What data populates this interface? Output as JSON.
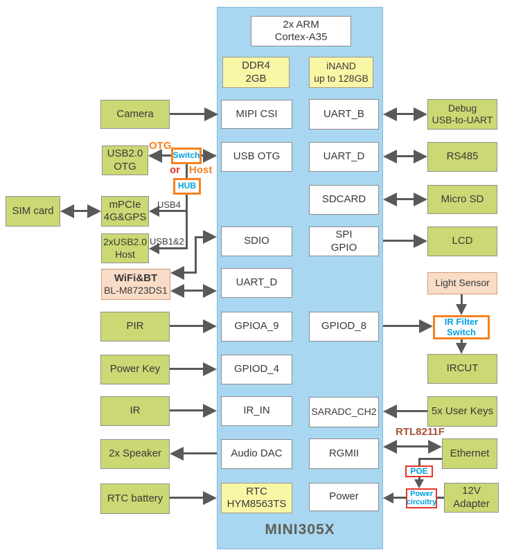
{
  "soc": {
    "name": "MINI305X"
  },
  "colors": {
    "soc_panel_blue": "#a9d7f2",
    "peripheral_green": "#ccd873",
    "memory_yellow": "#f9f6a6",
    "module_pink": "#f9dcc7",
    "highlight_orange": "#f5821f",
    "highlight_red": "#e8332a",
    "highlight_blue_text": "#00a0e0",
    "phy_label_brown": "#a6523a",
    "arrow_gray": "#595959"
  },
  "blocks": {
    "arm": {
      "label": "2x ARM\nCortex-A35"
    },
    "ddr4": {
      "label": "DDR4\n2GB"
    },
    "inand": {
      "label": "iNAND\nup to 128GB"
    },
    "mipi_csi": {
      "label": "MIPI CSI"
    },
    "usb_otg_port": {
      "label": "USB OTG"
    },
    "sdio": {
      "label": "SDIO"
    },
    "uart_d_left": {
      "label": "UART_D"
    },
    "gpioa_9": {
      "label": "GPIOA_9"
    },
    "gpiod_4": {
      "label": "GPIOD_4"
    },
    "ir_in": {
      "label": "IR_IN"
    },
    "audio_dac": {
      "label": "Audio DAC"
    },
    "rtc": {
      "label": "RTC\nHYM8563TS"
    },
    "uart_b": {
      "label": "UART_B"
    },
    "uart_d_right": {
      "label": "UART_D"
    },
    "sdcard": {
      "label": "SDCARD"
    },
    "spi_gpio": {
      "label": "SPI\nGPIO"
    },
    "gpiod_8": {
      "label": "GPIOD_8"
    },
    "saradc_ch2": {
      "label": "SARADC_CH2"
    },
    "rgmii": {
      "label": "RGMII"
    },
    "power": {
      "label": "Power"
    },
    "camera": {
      "label": "Camera"
    },
    "usb2_otg": {
      "label": "USB2.0\nOTG"
    },
    "sim_card": {
      "label": "SIM card"
    },
    "mpcie": {
      "label": "mPCIe\n4G&GPS"
    },
    "usb2_host": {
      "label": "2xUSB2.0\nHost"
    },
    "wifibt": {
      "line1": "WiFi&BT",
      "line2": "BL-M8723DS1"
    },
    "pir": {
      "label": "PIR"
    },
    "power_key": {
      "label": "Power Key"
    },
    "ir": {
      "label": "IR"
    },
    "speaker": {
      "label": "2x Speaker"
    },
    "rtc_battery": {
      "label": "RTC battery"
    },
    "debug": {
      "label": "Debug\nUSB-to-UART"
    },
    "rs485": {
      "label": "RS485"
    },
    "micro_sd": {
      "label": "Micro SD"
    },
    "lcd": {
      "label": "LCD"
    },
    "light_sensor": {
      "label": "Light Sensor"
    },
    "ir_filter": {
      "label": "IR Filter\nSwitch"
    },
    "ircut": {
      "label": "IRCUT"
    },
    "user_keys": {
      "label": "5x User Keys"
    },
    "ethernet": {
      "label": "Ethernet"
    },
    "adapter_12v": {
      "label": "12V\nAdapter"
    }
  },
  "annotations": {
    "otg": "OTG",
    "switch": "Switch",
    "or": "or",
    "host": "Host",
    "hub": "HUB",
    "usb4": "USB4",
    "usb1_2": "USB1&2",
    "rtl8211f": "RTL8211F",
    "poe": "POE",
    "power_circuitry": "Power\ncircuitry"
  }
}
